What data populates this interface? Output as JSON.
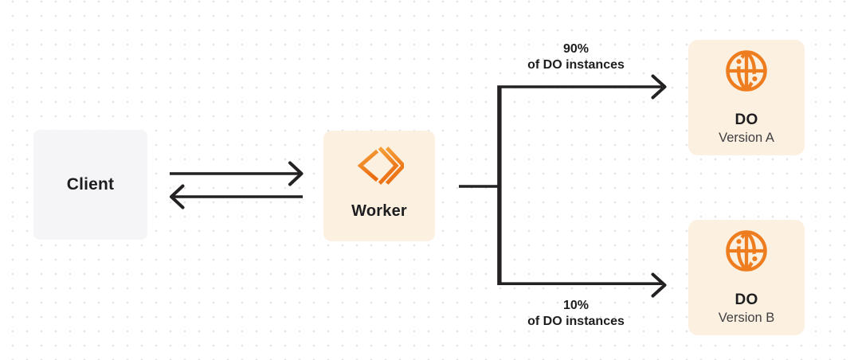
{
  "colors": {
    "background": "#ffffff",
    "dot_grid": "#e3e3e6",
    "box_cream": "#fcf0e1",
    "box_gray": "#f5f5f7",
    "line_dark": "#242122",
    "text_dark": "#1d1d1f",
    "text_secondary": "#3f3f41",
    "accent_orange": "#ee7d1f",
    "accent_orange_light": "#f6a13b"
  },
  "nodes": {
    "client": {
      "label": "Client"
    },
    "worker": {
      "label": "Worker",
      "icon": "cloudflare-workers-icon"
    },
    "do_version_a": {
      "title": "DO",
      "subtitle": "Version A",
      "icon": "durable-object-globe-icon"
    },
    "do_version_b": {
      "title": "DO",
      "subtitle": "Version B",
      "icon": "durable-object-globe-icon"
    }
  },
  "edges": {
    "client_worker": {
      "type": "bidirectional-arrows"
    },
    "top_branch": {
      "percent": "90%",
      "caption": "of DO instances"
    },
    "bottom_branch": {
      "percent": "10%",
      "caption": "of DO instances"
    }
  }
}
